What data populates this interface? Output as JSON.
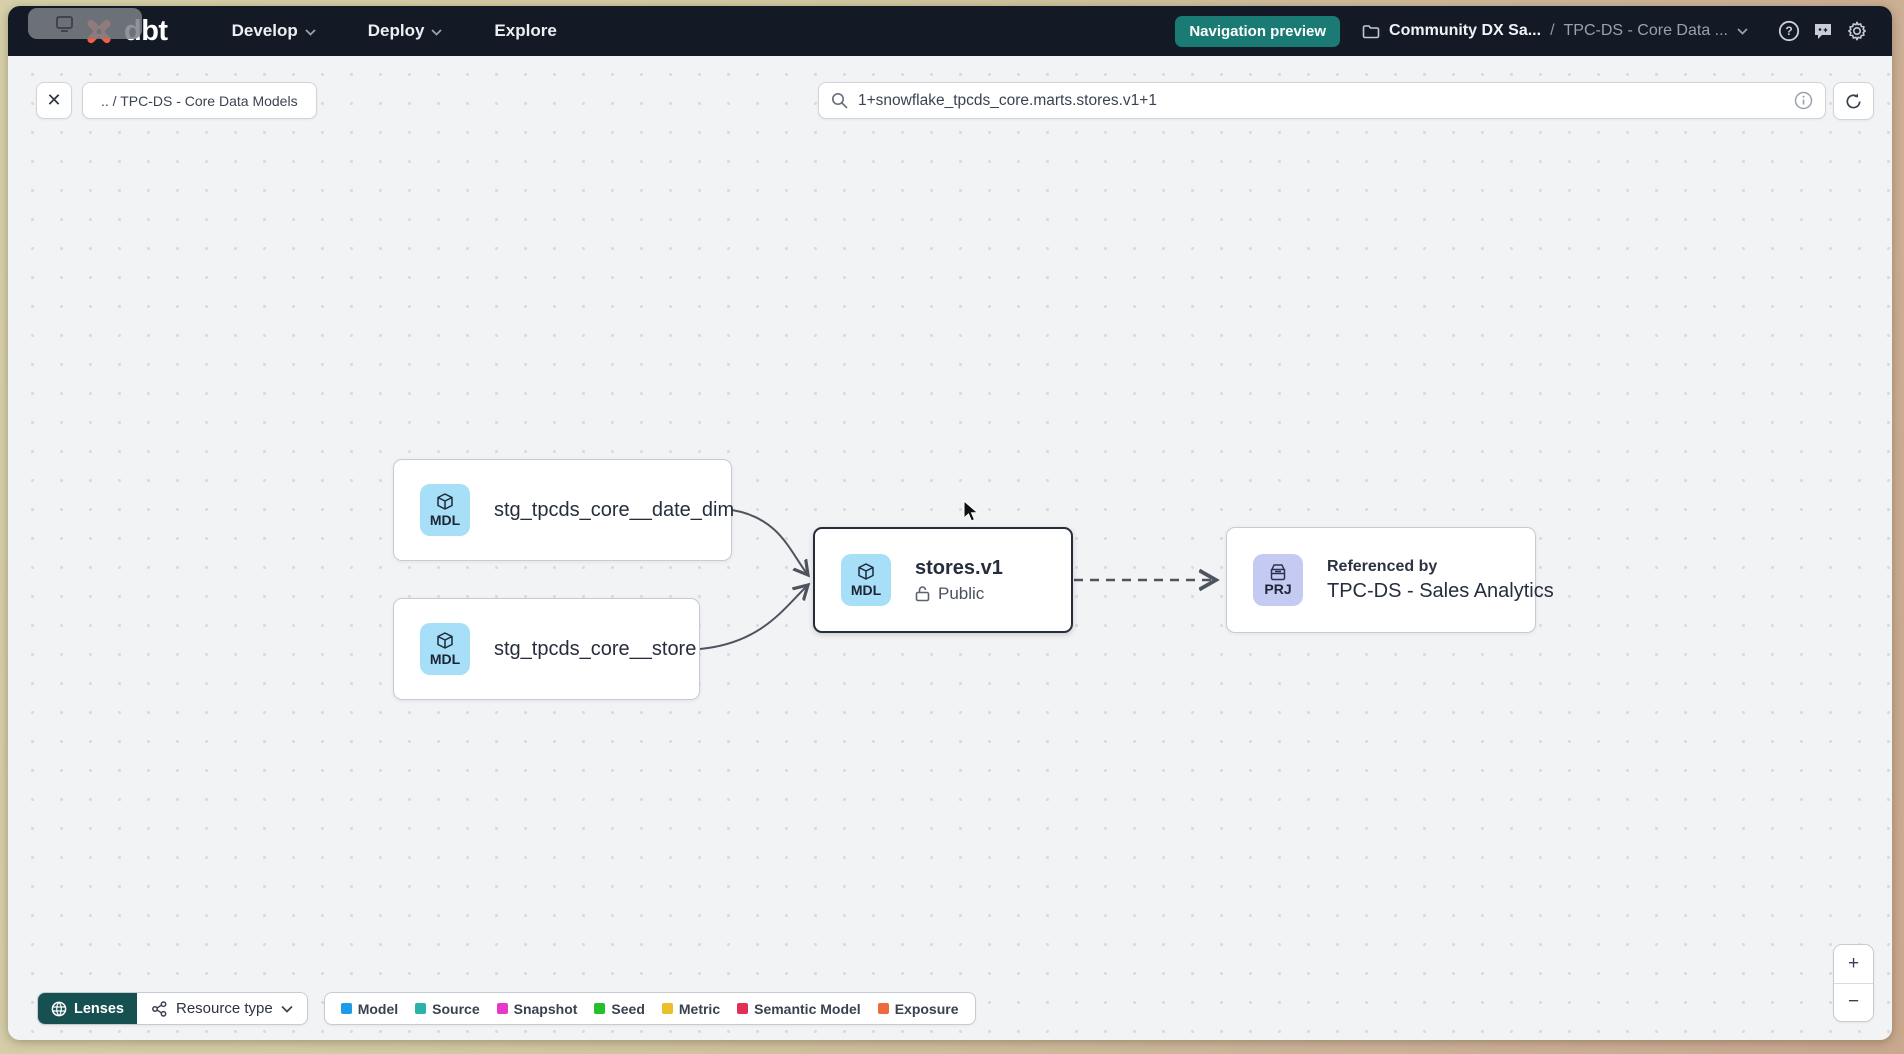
{
  "navbar": {
    "logo_text": "dbt",
    "menus": [
      {
        "label": "Develop"
      },
      {
        "label": "Deploy"
      },
      {
        "label": "Explore"
      }
    ],
    "preview_badge": "Navigation preview",
    "breadcrumb": {
      "project": "Community DX Sa...",
      "separator": "/",
      "page": "TPC-DS - Core Data ..."
    }
  },
  "toolbar": {
    "close_glyph": "✕",
    "path_pill": ".. / TPC-DS - Core Data Models",
    "search": {
      "value": "1+snowflake_tpcds_core.marts.stores.v1+1"
    }
  },
  "graph": {
    "nodes": {
      "date_dim": {
        "badge": "MDL",
        "title": "stg_tpcds_core__date_dim"
      },
      "store": {
        "badge": "MDL",
        "title": "stg_tpcds_core__store"
      },
      "stores_v1": {
        "badge": "MDL",
        "title": "stores.v1",
        "subtitle": "Public",
        "selected": true
      },
      "sales_analytics": {
        "badge": "PRJ",
        "pretitle": "Referenced by",
        "title": "TPC-DS - Sales Analytics"
      }
    }
  },
  "footer": {
    "lenses_label": "Lenses",
    "resource_type_label": "Resource type",
    "legend": [
      {
        "label": "Model",
        "color": "#1e9be8"
      },
      {
        "label": "Source",
        "color": "#2bb3a8"
      },
      {
        "label": "Snapshot",
        "color": "#e53ac8"
      },
      {
        "label": "Seed",
        "color": "#24c02c"
      },
      {
        "label": "Metric",
        "color": "#ecbe2a"
      },
      {
        "label": "Semantic Model",
        "color": "#e12f57"
      },
      {
        "label": "Exposure",
        "color": "#ed6a3e"
      }
    ]
  },
  "zoom_controls": {
    "zoom_in": "+",
    "zoom_out": "−"
  },
  "colors": {
    "accent_teal": "#1a7b74",
    "dbt_orange": "#ff5a3c",
    "model_badge_bg": "#a7dff8",
    "project_badge_bg": "#c5caf3"
  }
}
